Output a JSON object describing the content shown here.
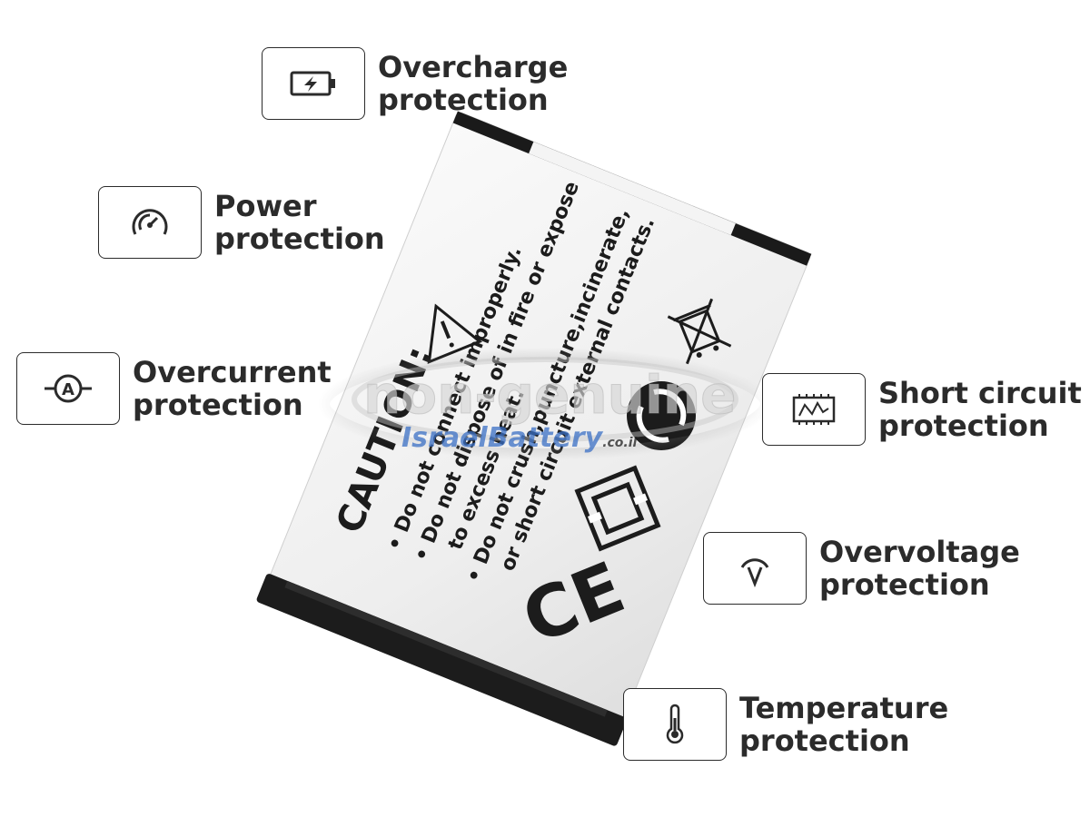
{
  "features": [
    {
      "id": "overcharge",
      "line1": "Overcharge",
      "line2": "protection",
      "icon": "battery-charge-icon"
    },
    {
      "id": "power",
      "line1": "Power",
      "line2": "protection",
      "icon": "gauge-icon"
    },
    {
      "id": "overcurrent",
      "line1": "Overcurrent",
      "line2": "protection",
      "icon": "ammeter-icon"
    },
    {
      "id": "shortcircuit",
      "line1": "Short circuit",
      "line2": "protection",
      "icon": "circuit-board-icon"
    },
    {
      "id": "overvoltage",
      "line1": "Overvoltage",
      "line2": "protection",
      "icon": "voltage-icon"
    },
    {
      "id": "temperature",
      "line1": "Temperature",
      "line2": "protection",
      "icon": "thermometer-icon"
    }
  ],
  "battery": {
    "caution": "CAUTION:",
    "line1": "• Do not connect improperly.",
    "line2": "• Do not dispose of in fire or expose",
    "line3": "to excess heat.",
    "line4": "• Do not crush,puncture,incinerate,",
    "line5": "or short circuit external contacts.",
    "ce_mark": "CE"
  },
  "watermark": {
    "line1": "non-genuine",
    "brand": "IsraelBattery",
    "brand_suffix": ".co.il"
  },
  "colors": {
    "text": "#2b2b2b",
    "battery_body": "#f1f1f1",
    "battery_cap": "#1a1a1a",
    "watermark_blue": "#3a6fc4"
  }
}
